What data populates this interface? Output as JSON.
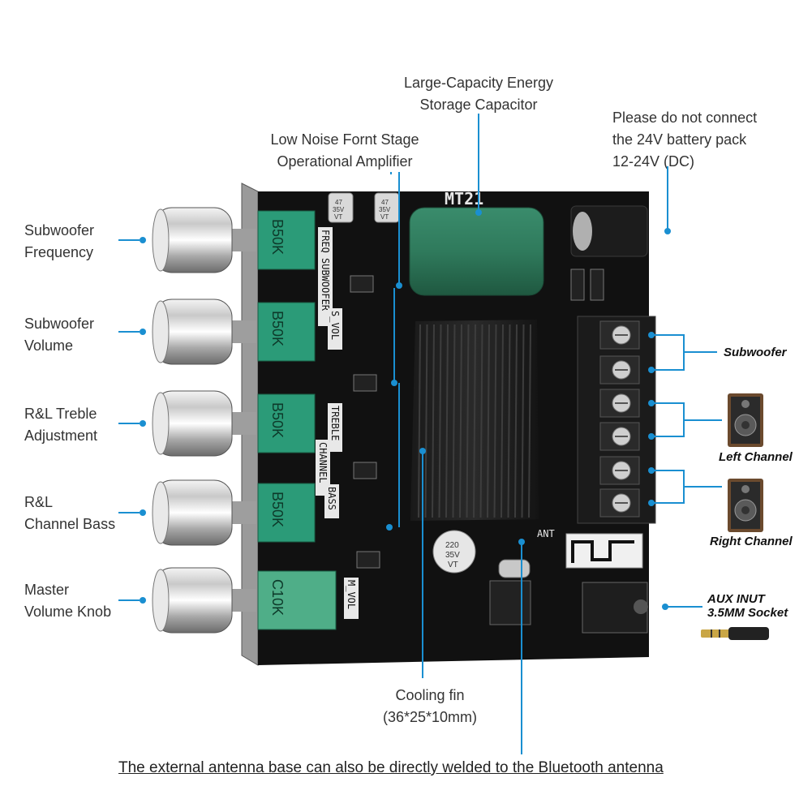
{
  "labels": {
    "capacitor": [
      "Large-Capacity Energy",
      "Storage Capacitor"
    ],
    "opamp": [
      "Low Noise Fornt Stage",
      "Operational Amplifier"
    ],
    "power": [
      "Please do not connect",
      "the 24V battery pack",
      "12-24V (DC)"
    ],
    "sub_freq": [
      "Subwoofer",
      "Frequency"
    ],
    "sub_vol": [
      "Subwoofer",
      "Volume"
    ],
    "treble": [
      "R&L Treble",
      "Adjustment"
    ],
    "bass": [
      "R&L",
      "Channel Bass"
    ],
    "master": [
      "Master",
      "Volume Knob"
    ],
    "fin": [
      "Cooling fin",
      "(36*25*10mm)"
    ],
    "bottom_note": "The external antenna base can also be directly welded to the Bluetooth antenna"
  },
  "outputs": {
    "subwoofer": "Subwoofer",
    "left": "Left Channel",
    "right": "Right Channel",
    "aux": [
      "AUX INUT",
      "3.5MM Socket"
    ]
  },
  "board": {
    "model": "MT21",
    "pot_labels": [
      "B50K",
      "B50K",
      "B50K",
      "B50K",
      "C10K"
    ],
    "pcb_tags": [
      "FREQ",
      "SUBWOOFER",
      "S_VOL",
      "TREBLE",
      "CHANNEL",
      "BASS",
      "M_VOL"
    ],
    "ant": "ANT",
    "cap_small": [
      "47",
      "35V",
      "VT"
    ],
    "cap_220": [
      "220",
      "35V",
      "VT"
    ]
  },
  "colors": {
    "accent": "#1a8fd1",
    "pcb": "#111111",
    "pot_green": "#2b9b78",
    "cap_green": "#2f7a5c",
    "terminal": "#1b1b1b"
  }
}
